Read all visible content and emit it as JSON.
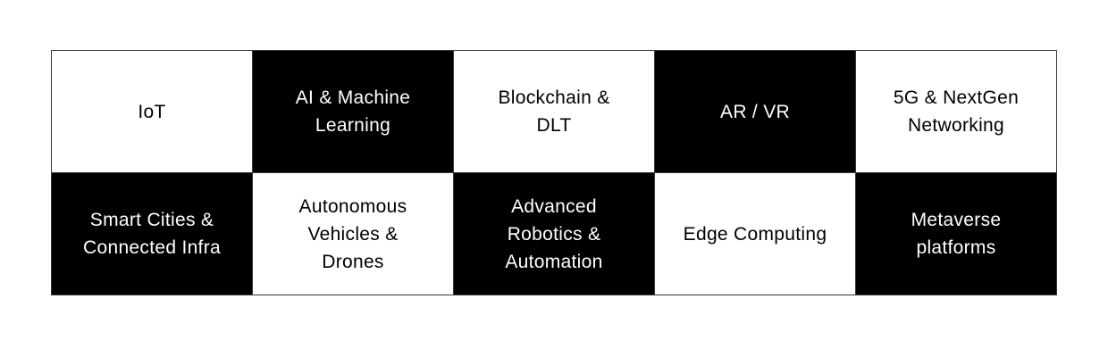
{
  "page": {
    "background": "#ffffff"
  },
  "grid": {
    "name": "emerging-technologies-matrix",
    "columns": 5,
    "row_count": 2,
    "colors": {
      "dark_cell_bg": "#000000",
      "dark_cell_text": "#ffffff",
      "light_cell_bg": "#ffffff",
      "light_cell_text": "#000000",
      "border": "#383838"
    },
    "rows": [
      {
        "cells": [
          {
            "label": "IoT",
            "variant": "light"
          },
          {
            "label": "AI & Machine\nLearning",
            "variant": "dark"
          },
          {
            "label": "Blockchain &\nDLT",
            "variant": "light"
          },
          {
            "label": "AR / VR",
            "variant": "dark"
          },
          {
            "label": "5G & NextGen\nNetworking",
            "variant": "light"
          }
        ]
      },
      {
        "cells": [
          {
            "label": "Smart Cities &\nConnected Infra",
            "variant": "dark"
          },
          {
            "label": "Autonomous\nVehicles &\nDrones",
            "variant": "light"
          },
          {
            "label": "Advanced\nRobotics &\nAutomation",
            "variant": "dark"
          },
          {
            "label": "Edge Computing",
            "variant": "light"
          },
          {
            "label": "Metaverse\nplatforms",
            "variant": "dark"
          }
        ]
      }
    ]
  }
}
